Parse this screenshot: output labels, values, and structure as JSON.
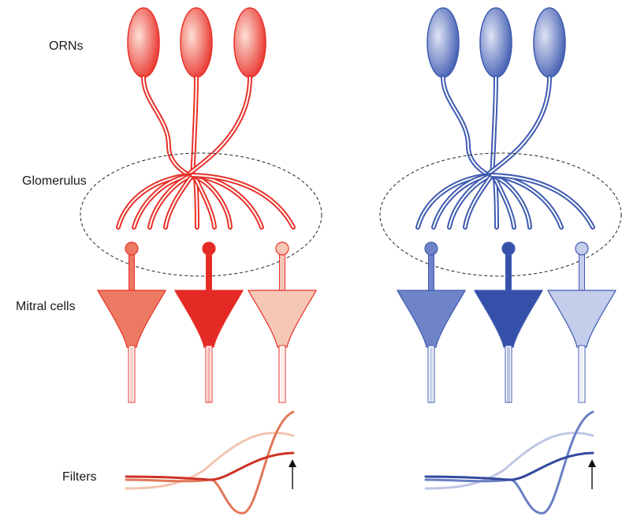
{
  "labels": {
    "orns": "ORNs",
    "glomerulus": "Glomerulus",
    "mitral_cells": "Mitral cells",
    "filters": "Filters"
  },
  "panels": [
    {
      "id": "red",
      "stroke": "#e8312a",
      "light": "#fde0d6",
      "mitral_fills": [
        "#ec7a62",
        "#e42a24",
        "#f7c7b5"
      ],
      "filter_colors": [
        "#f3c4b0",
        "#e07858",
        "#cc3324"
      ]
    },
    {
      "id": "blue",
      "stroke": "#3f5bb1",
      "light": "#dfe4f4",
      "mitral_fills": [
        "#6f84c8",
        "#3550a8",
        "#c4cdea"
      ],
      "filter_colors": [
        "#bfc7e6",
        "#6a7fc4",
        "#34499e"
      ]
    }
  ]
}
